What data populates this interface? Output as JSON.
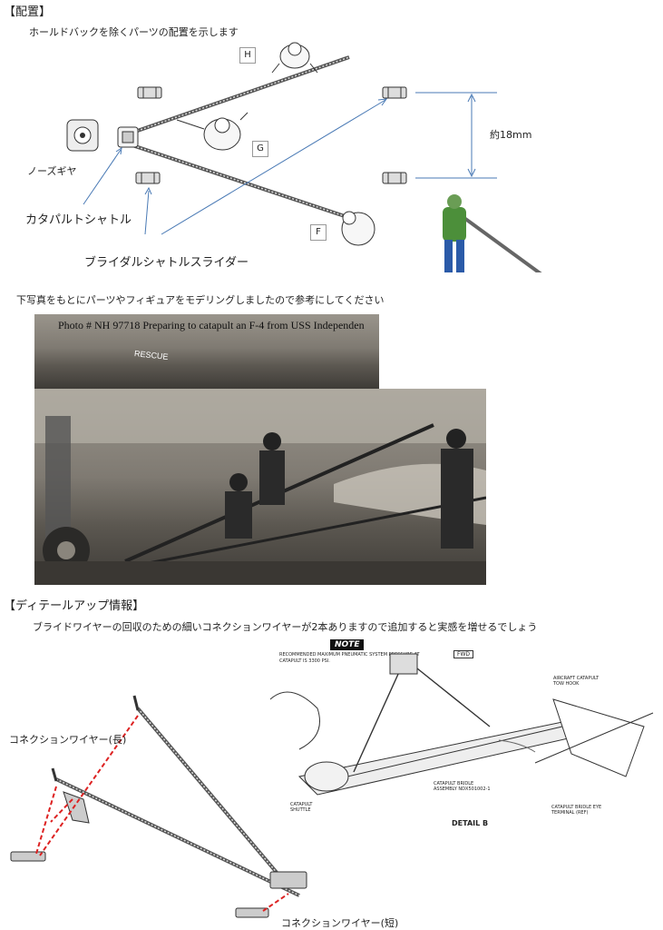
{
  "sections": {
    "layout_header": "【配置】",
    "layout_subtitle": "ホールドバックを除くパーツの配置を示します",
    "photo_note": "下写真をもとにパーツやフィギュアをモデリングしましたので参考にしてください",
    "detail_header": "【ディテールアップ情報】",
    "detail_note": "ブライドワイヤーの回収のための細いコネクションワイヤーが2本ありますので追加すると実感を増せるでしょう"
  },
  "diagram": {
    "box_h": "H",
    "box_g": "G",
    "box_f": "F",
    "nose_gear": "ノーズギヤ",
    "catapult_shuttle": "カタパルトシャトル",
    "bridle_slider": "ブライダルシャトルスライダー",
    "spacing": "約18mm"
  },
  "photo": {
    "caption": "Photo # NH 97718    Preparing to catapult an F-4 from USS Independen",
    "rescue_text": "RESCUE"
  },
  "detail": {
    "wire_long": "コネクションワイヤー(長)",
    "wire_short": "コネクションワイヤー(短)",
    "manual_note": "NOTE",
    "manual_pressure": "RECOMMENDED MAXIMUM PNEUMATIC SYSTEM PRESSURE AT CATAPULT IS 3300 PSI.",
    "manual_fwd": "FWD",
    "manual_tow_hook": "AIRCRAFT CATAPULT TOW HOOK",
    "manual_bridle": "CATAPULT BRIDLE ASSEMBLY NDX501002-1",
    "manual_shuttle": "CATAPULT SHUTTLE",
    "manual_eye": "CATAPULT BRIDLE EYE TERMINAL (REF)",
    "manual_detail": "DETAIL B"
  }
}
